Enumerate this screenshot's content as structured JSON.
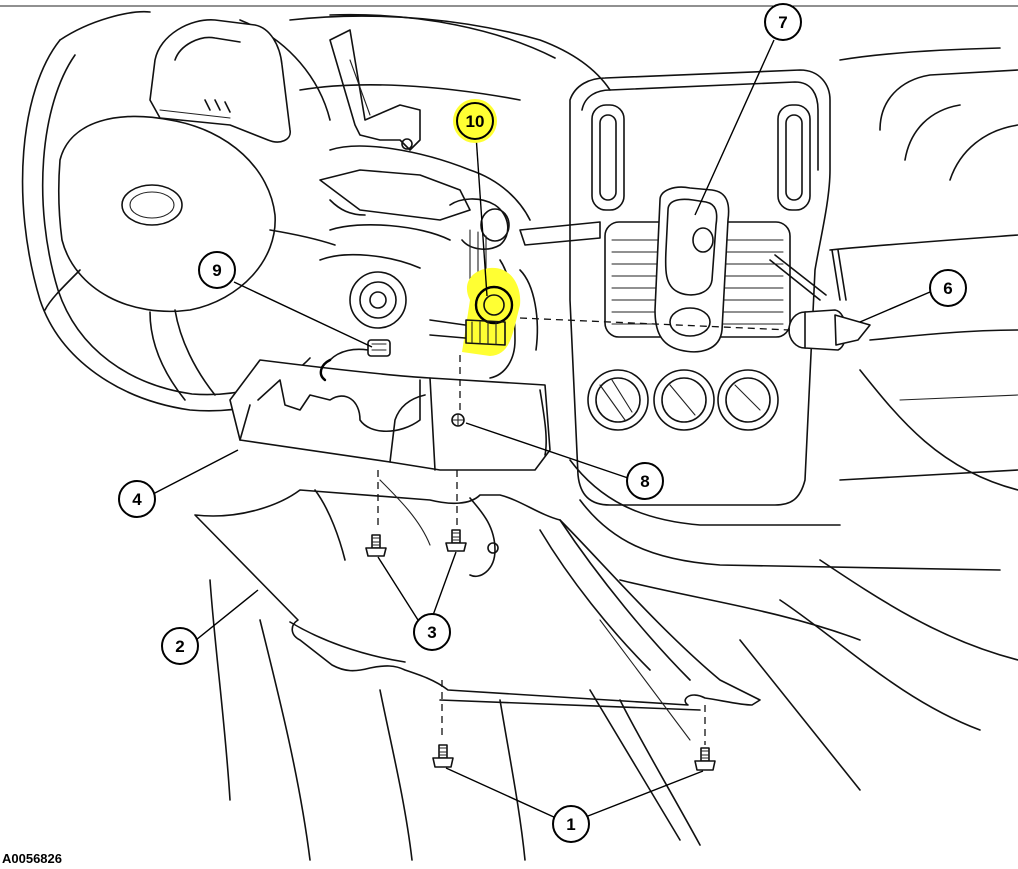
{
  "figure": {
    "reference_code": "A0056826",
    "highlight_color": "#ffff33",
    "callouts": [
      {
        "id": "callout-1",
        "label": "1"
      },
      {
        "id": "callout-2",
        "label": "2"
      },
      {
        "id": "callout-3",
        "label": "3"
      },
      {
        "id": "callout-4",
        "label": "4"
      },
      {
        "id": "callout-6",
        "label": "6"
      },
      {
        "id": "callout-7",
        "label": "7"
      },
      {
        "id": "callout-8",
        "label": "8"
      },
      {
        "id": "callout-9",
        "label": "9"
      },
      {
        "id": "callout-10",
        "label": "10"
      }
    ]
  }
}
